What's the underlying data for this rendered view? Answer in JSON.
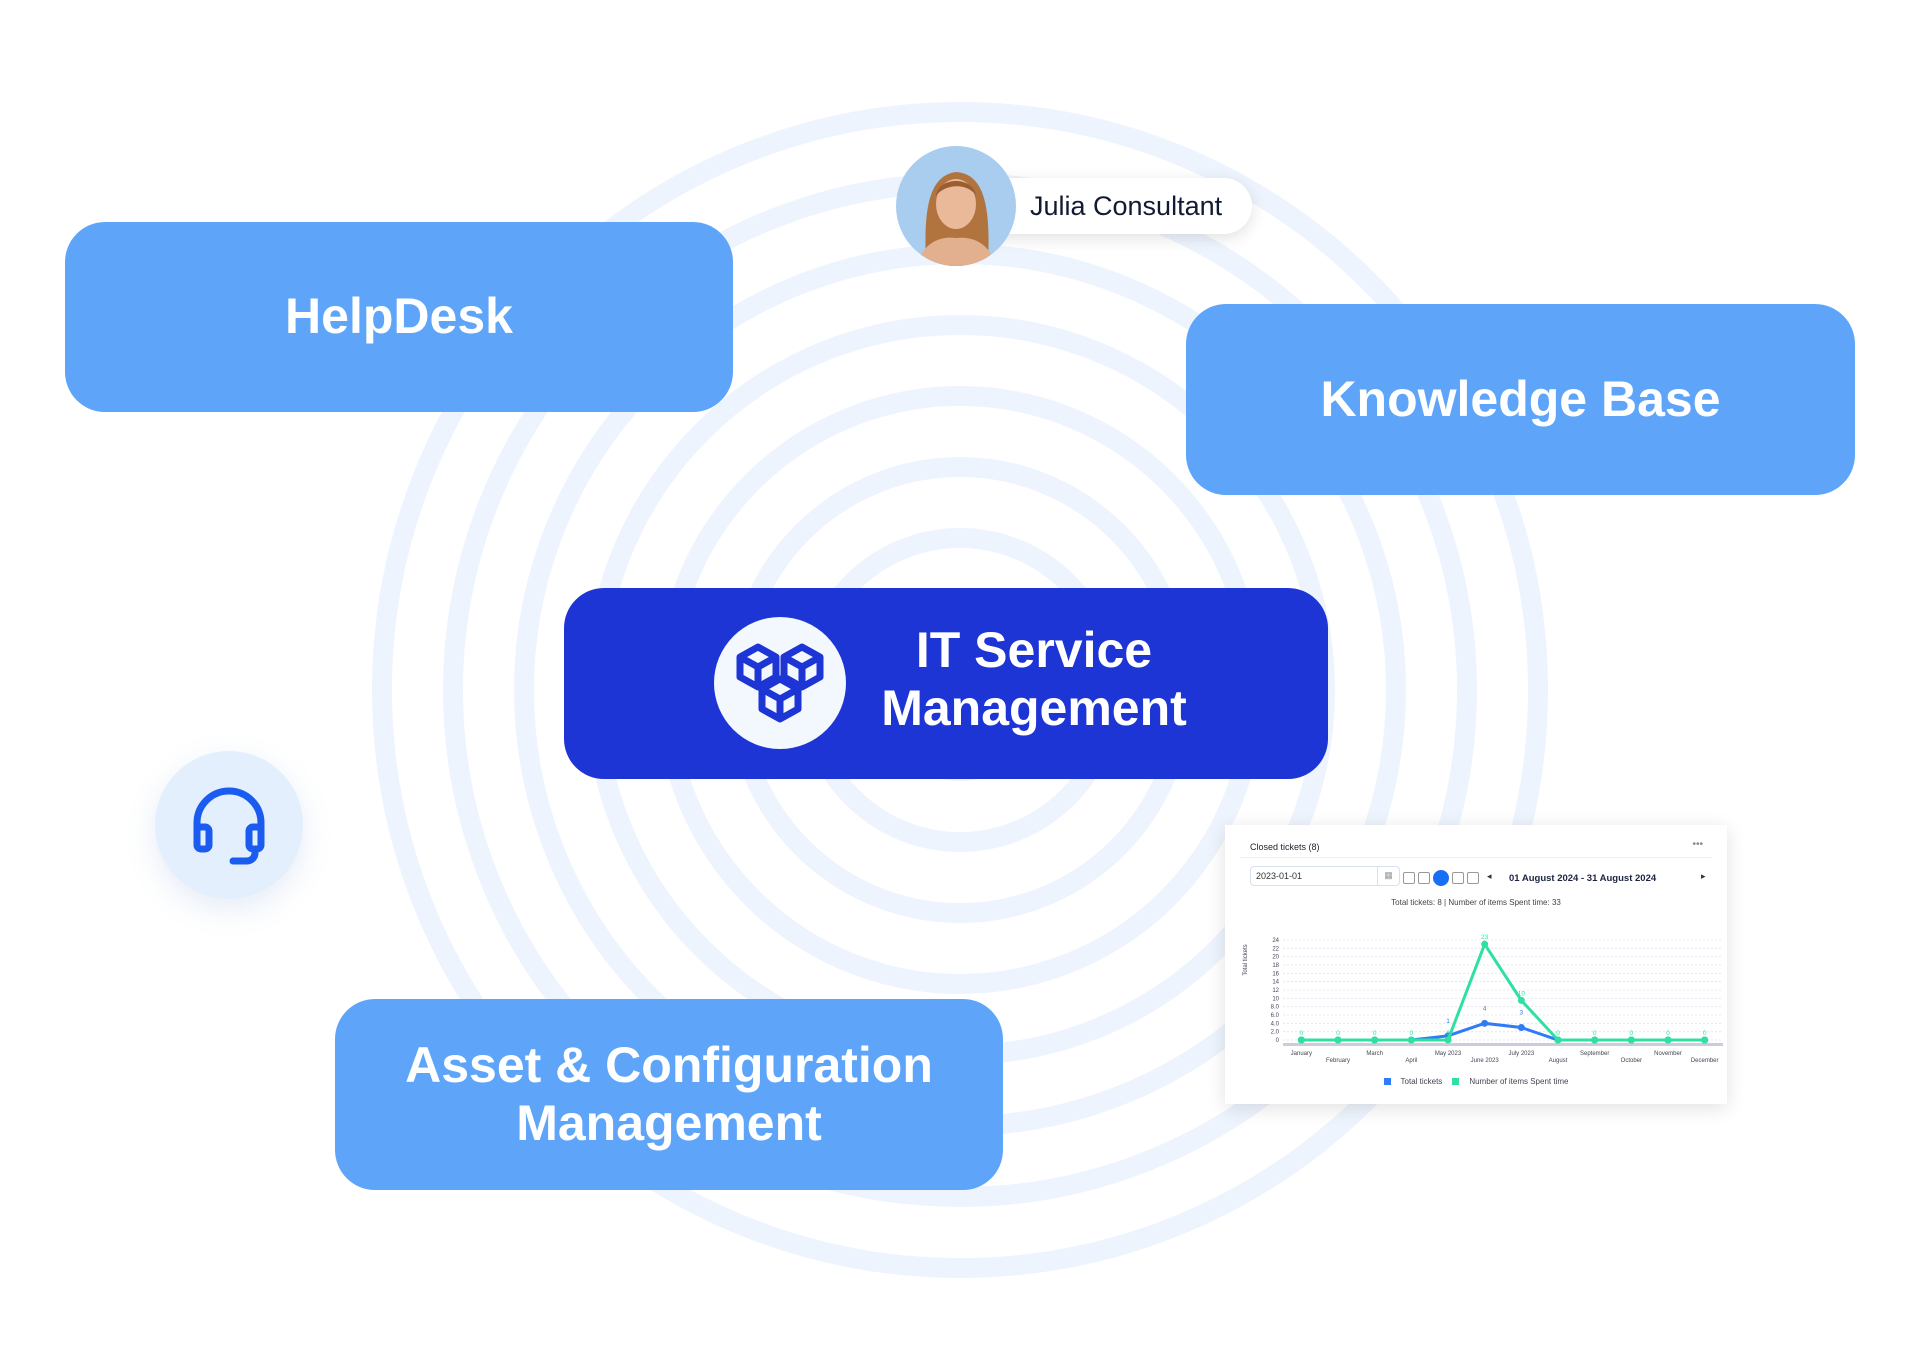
{
  "boxes": {
    "helpdesk": "HelpDesk",
    "knowledge_base": "Knowledge Base",
    "itsm": "IT Service Management",
    "asset": "Asset & Configuration Management"
  },
  "consultant": {
    "name": "Julia Consultant"
  },
  "colors": {
    "light_box": "#5ea5f9",
    "dark_box": "#1e35d6",
    "ring": "#eef4fd",
    "series_blue": "#2f7cf6",
    "series_green": "#2fe0a0"
  },
  "card": {
    "title": "Closed tickets (8)",
    "more": "•••",
    "date_value": "2023-01-01",
    "range": "01 August 2024 - 31 August 2024",
    "prev": "◂",
    "next": "▸",
    "summary": "Total tickets: 8 | Number of items Spent time: 33"
  },
  "chart_data": {
    "type": "line",
    "title": "Total tickets: 8 | Number of items Spent time: 33",
    "ylabel": "Total tickets",
    "categories": [
      "January",
      "February",
      "March",
      "April",
      "May 2023",
      "June 2023",
      "July 2023",
      "August",
      "September",
      "October",
      "November",
      "December"
    ],
    "yticks": [
      "0",
      "2.0",
      "4.0",
      "6.0",
      "8.0",
      "10",
      "12",
      "14",
      "16",
      "18",
      "20",
      "22",
      "24"
    ],
    "ylim": [
      0,
      24
    ],
    "series": [
      {
        "name": "Total tickets",
        "color": "#2f7cf6",
        "values": [
          0,
          0,
          0,
          0,
          1,
          4,
          3,
          0,
          0,
          0,
          0,
          0
        ],
        "labels": [
          "",
          "",
          "",
          "",
          "1",
          "4",
          "3",
          "",
          "",
          "",
          "",
          ""
        ]
      },
      {
        "name": "Number of items Spent time",
        "color": "#2fe0a0",
        "values": [
          0,
          0,
          0,
          0,
          0,
          23,
          9.5,
          0,
          0,
          0,
          0,
          0
        ],
        "labels": [
          "0",
          "0",
          "0",
          "0",
          "0",
          "23",
          "10",
          "0",
          "0",
          "0",
          "0",
          "0"
        ]
      }
    ],
    "legend": "bottom"
  }
}
